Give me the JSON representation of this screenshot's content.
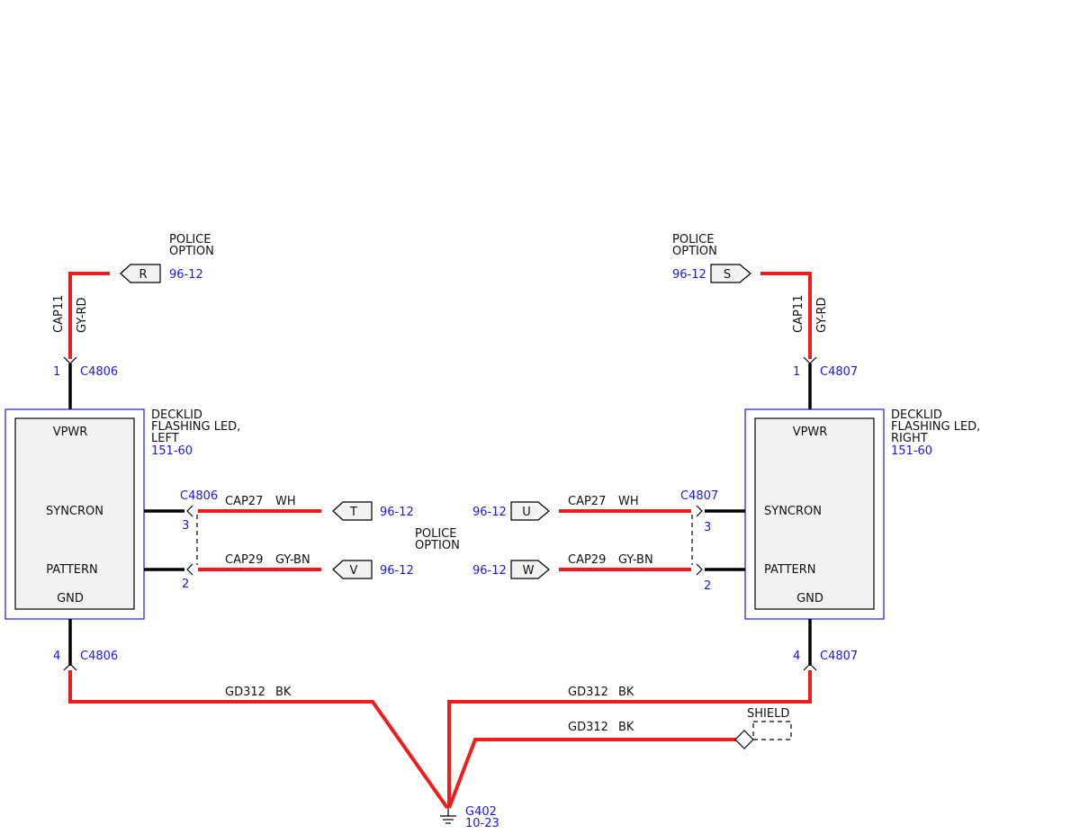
{
  "colors": {
    "wire": "#ee1c1c",
    "reference": "#1a1adc",
    "component_fill": "#f2f2f2",
    "component_outline": "#1a1adc"
  },
  "left": {
    "option_label": [
      "POLICE",
      "OPTION"
    ],
    "flag_r": "R",
    "flag_r_ref": "96-12",
    "cap_circuit": "CAP11",
    "cap_color": "GY-RD",
    "pin_top": "1",
    "connector": "C4806",
    "component_name": [
      "DECKLID",
      "FLASHING LED,",
      "LEFT"
    ],
    "component_ref": "151-60",
    "pins": {
      "vpwr": "VPWR",
      "syncron": "SYNCRON",
      "pattern": "PATTERN",
      "gnd": "GND"
    },
    "sync_connector": "C4806",
    "pin_sync": "3",
    "pin_pattern": "2",
    "sync_circuit": "CAP27",
    "sync_color": "WH",
    "flag_t": "T",
    "flag_t_ref": "96-12",
    "pattern_circuit": "CAP29",
    "pattern_color": "GY-BN",
    "flag_v": "V",
    "flag_v_ref": "96-12",
    "pin_gnd": "4",
    "gnd_connector": "C4806",
    "gnd_circuit": "GD312",
    "gnd_color": "BK"
  },
  "center_option_label": [
    "POLICE",
    "OPTION"
  ],
  "right": {
    "option_label": [
      "POLICE",
      "OPTION"
    ],
    "flag_s": "S",
    "flag_s_ref": "96-12",
    "cap_circuit": "CAP11",
    "cap_color": "GY-RD",
    "pin_top": "1",
    "connector": "C4807",
    "component_name": [
      "DECKLID",
      "FLASHING LED,",
      "RIGHT"
    ],
    "component_ref": "151-60",
    "pins": {
      "vpwr": "VPWR",
      "syncron": "SYNCRON",
      "pattern": "PATTERN",
      "gnd": "GND"
    },
    "sync_connector": "C4807",
    "pin_sync": "3",
    "pin_pattern": "2",
    "sync_circuit": "CAP27",
    "sync_color": "WH",
    "flag_u": "U",
    "flag_u_ref": "96-12",
    "pattern_circuit": "CAP29",
    "pattern_color": "GY-BN",
    "flag_w": "W",
    "flag_w_ref": "96-12",
    "pin_gnd": "4",
    "gnd_connector": "C4807",
    "gnd_circuit": "GD312",
    "gnd_color": "BK"
  },
  "shield": {
    "label": "SHIELD",
    "circuit": "GD312",
    "color": "BK"
  },
  "ground": {
    "name": "G402",
    "ref": "10-23"
  }
}
